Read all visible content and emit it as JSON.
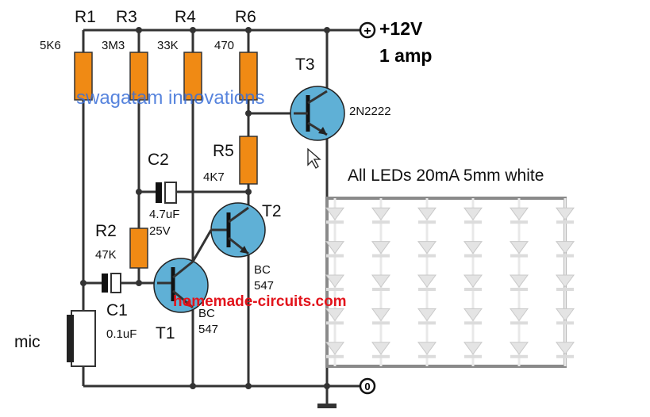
{
  "labels": {
    "r1": "R1",
    "r1_val": "5K6",
    "r3": "R3",
    "r3_val": "3M3",
    "r4": "R4",
    "r4_val": "33K",
    "r6": "R6",
    "r6_val": "470",
    "r5": "R5",
    "r5_val": "4K7",
    "r2": "R2",
    "r2_val": "47K",
    "c2": "C2",
    "c2_val": "4.7uF",
    "c2_volt": "25V",
    "c1": "C1",
    "c1_val": "0.1uF",
    "t1": "T1",
    "t1_type_a": "BC",
    "t1_type_b": "547",
    "t2": "T2",
    "t2_type_a": "BC",
    "t2_type_b": "547",
    "t3": "T3",
    "t3_type": "2N2222",
    "supply_v": "+12V",
    "supply_i": "1 amp",
    "ground": "0",
    "plus": "+",
    "mic": "mic",
    "leds_caption": "All LEDs 20mA 5mm white"
  },
  "watermarks": {
    "top": "swagatam innovations",
    "bottom": "homemade-circuits.com"
  },
  "led_matrix": {
    "columns": 6,
    "rows": 5
  },
  "colors": {
    "resistor": "#f08a14",
    "transistor": "#5fb0d6",
    "wire": "#333333",
    "led": "#e4e4e4",
    "watermark_blue": "#3a6fd8",
    "watermark_red": "#e2141c"
  }
}
